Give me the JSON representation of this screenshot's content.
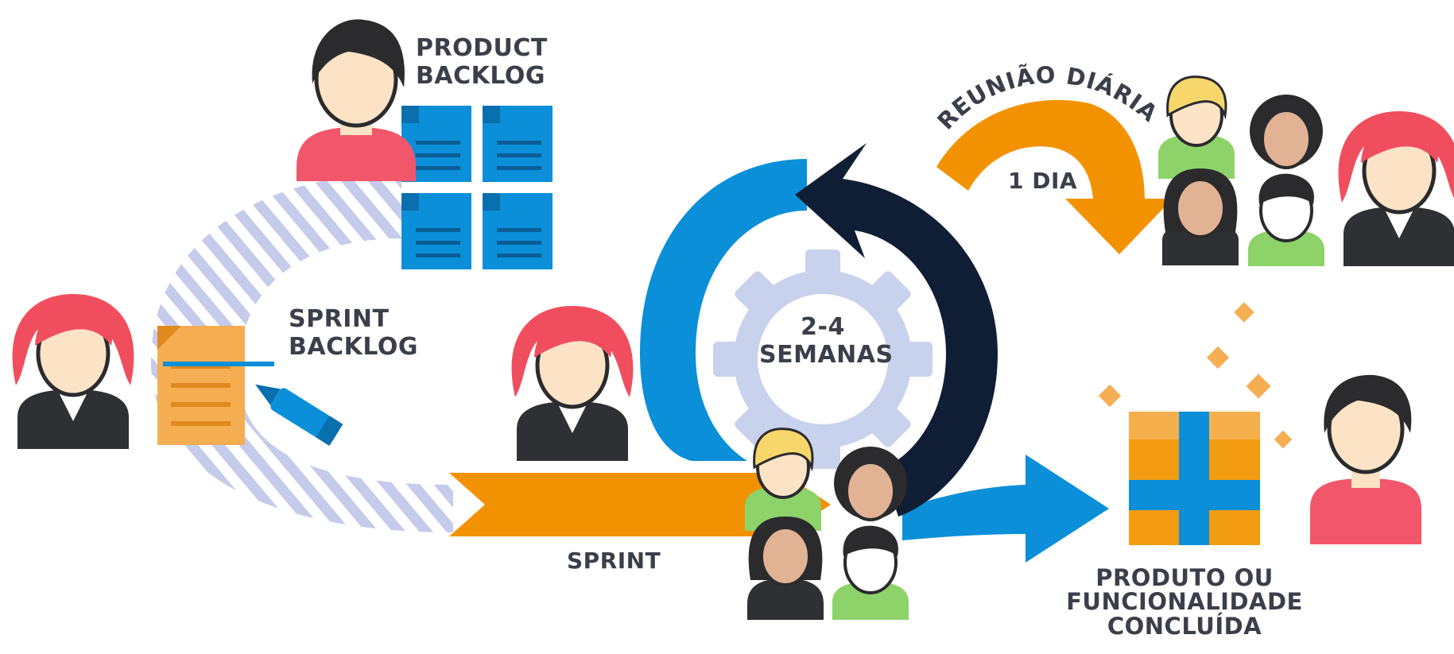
{
  "labels": {
    "product_backlog": [
      "PRODUCT",
      "BACKLOG"
    ],
    "sprint_backlog": [
      "SPRINT",
      "BACKLOG"
    ],
    "sprint": "SPRINT",
    "cycle": [
      "2-4",
      "SEMANAS"
    ],
    "daily_meeting": "REUNIÃO DIÁRIA",
    "one_day": "1 DIA",
    "done": [
      "PRODUTO OU",
      "FUNCIONALIDADE",
      "CONCLUÍDA"
    ]
  },
  "colors": {
    "orange": "#F39200",
    "blue": "#0B8FD8",
    "navy": "#0F1E35",
    "gear": "#C9D2EC",
    "stripe": "#C5CBEA",
    "skin": "#FCE3C6",
    "skin_dark": "#E2B295",
    "hair_red": "#F04E5E",
    "hair_black": "#2B2B2E",
    "hair_blond": "#F7D76B",
    "shirt_red": "#F2566B",
    "shirt_green": "#8ED36A",
    "suit": "#2F3033",
    "doc_orange": "#F5AE52",
    "box_orange": "#F39C12",
    "text": "#3b3f4a"
  }
}
